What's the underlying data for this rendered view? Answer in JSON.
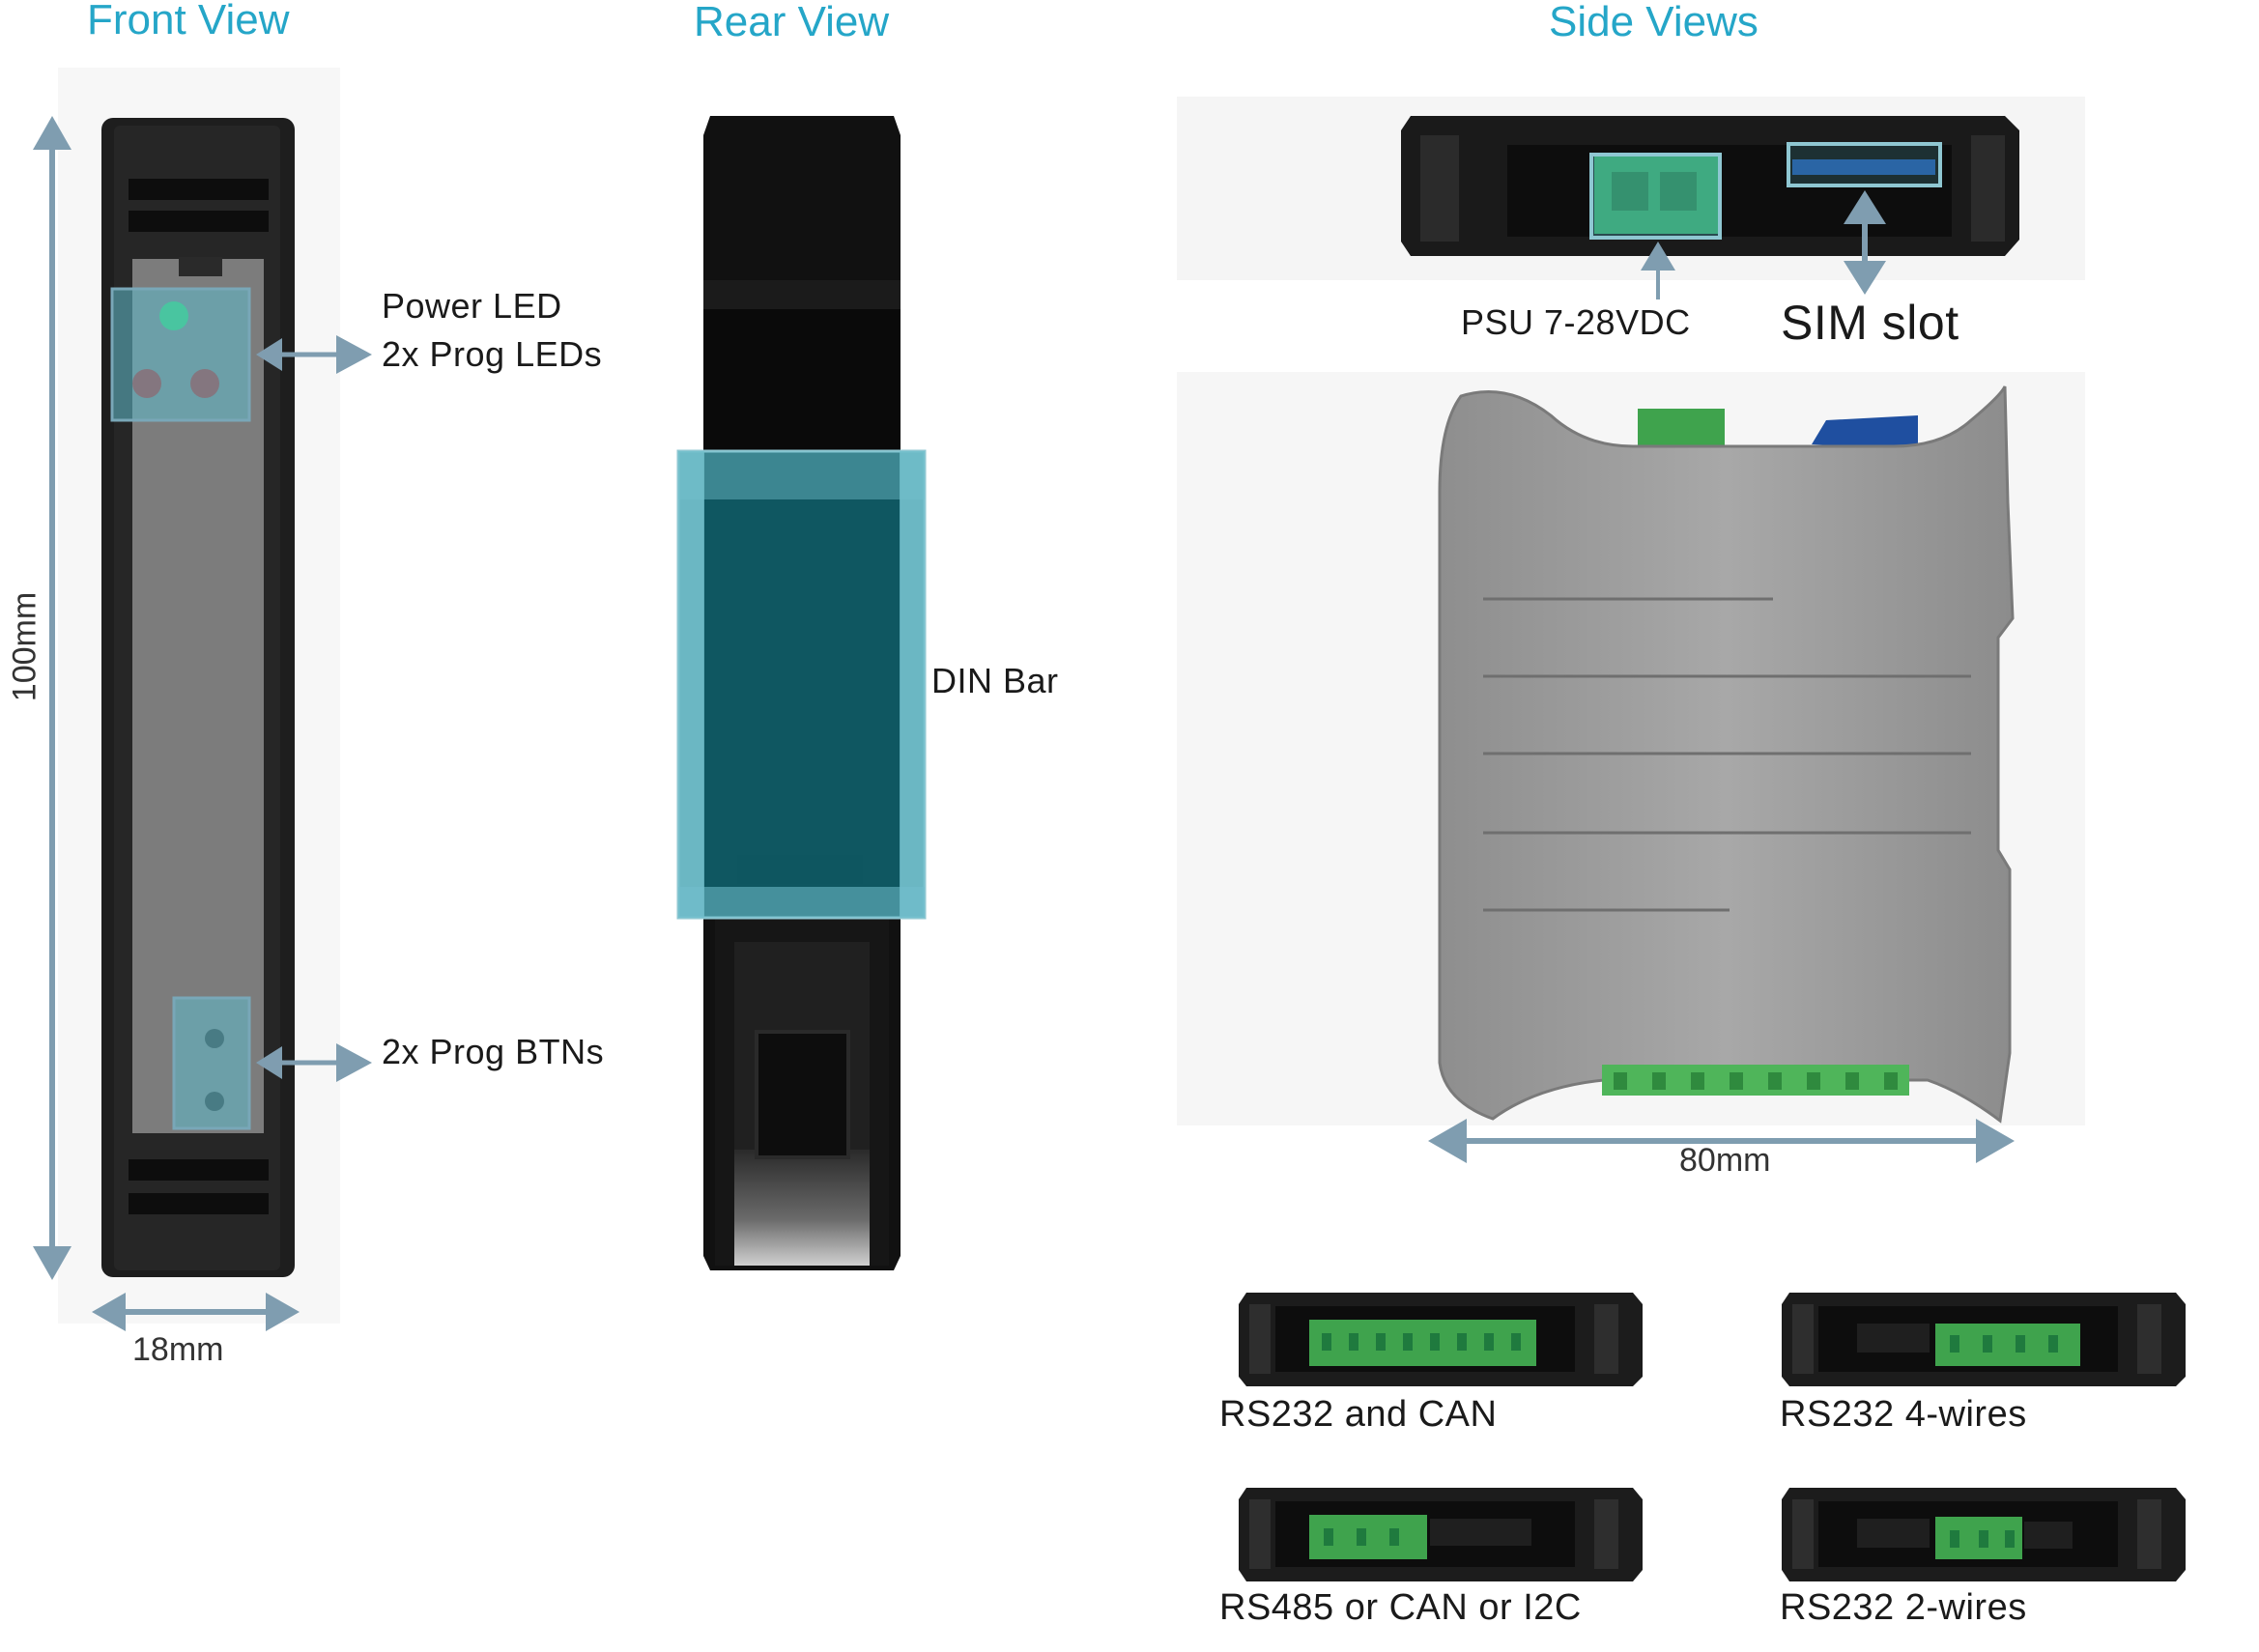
{
  "headings": {
    "front": "Front View",
    "rear": "Rear View",
    "side": "Side Views"
  },
  "front": {
    "height_label": "100mm",
    "width_label": "18mm",
    "led_label_1": "Power LED",
    "led_label_2": "2x Prog LEDs",
    "btn_label": "2x Prog BTNs"
  },
  "rear": {
    "din_label": "DIN Bar"
  },
  "side": {
    "psu_label": "PSU 7-28VDC",
    "sim_label": "SIM slot",
    "width_label": "80mm"
  },
  "variants": [
    {
      "label": "RS232 and CAN"
    },
    {
      "label": "RS232 4-wires"
    },
    {
      "label": "RS485 or CAN or I2C"
    },
    {
      "label": "RS232 2-wires"
    }
  ],
  "colors": {
    "accent": "#25a6c8",
    "highlight": "#5fbccc",
    "arrow": "#7f9db0",
    "connector": "#3fa34d",
    "housing": "#1c1c1c",
    "case_grey": "#9e9e9e"
  }
}
